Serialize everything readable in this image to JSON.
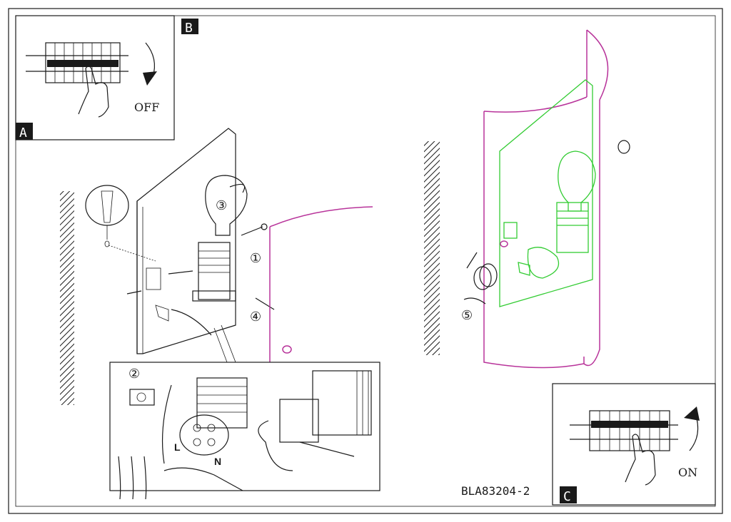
{
  "labels": {
    "panel_a": "A",
    "panel_b": "B",
    "panel_c": "C",
    "off": "OFF",
    "on": "ON",
    "step1": "①",
    "step2": "②",
    "step3": "③",
    "step4": "④",
    "step5": "⑤",
    "wire_l": "L",
    "wire_n": "N",
    "model_code": "BLA83204-2"
  },
  "colors": {
    "line": "#1a1a1a",
    "shade": "#b8339a",
    "highlight": "#33cc33",
    "badge_bg": "#1a1a1a",
    "badge_fg": "#ffffff"
  },
  "icons": [
    "breaker-panel-icon",
    "hand-icon",
    "rotate-arrow-icon",
    "wall-plug-icon",
    "screw-icon",
    "bulb-icon",
    "lamp-socket-icon",
    "knurled-nut-icon"
  ]
}
